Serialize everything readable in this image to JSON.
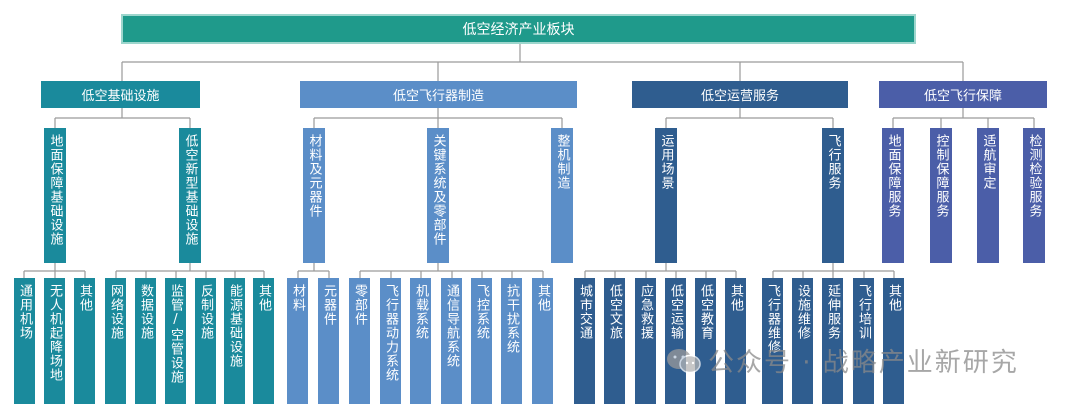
{
  "root": "低空经济产业板块",
  "categories": [
    {
      "label": "低空基础设施",
      "subs": [
        {
          "label": "地面保障基础设施",
          "items": [
            "通用机场",
            "无人机起降场地",
            "其他"
          ]
        },
        {
          "label": "低空新型基础设施",
          "items": [
            "网络设施",
            "数据设施",
            "监管/空管设施",
            "反制设施",
            "能源基础设施",
            "其他"
          ]
        }
      ]
    },
    {
      "label": "低空飞行器制造",
      "subs": [
        {
          "label": "材料及元器件",
          "items": [
            "材料",
            "元器件"
          ]
        },
        {
          "label": "关键系统及零部件",
          "items": [
            "零部件",
            "飞行器动力系统",
            "机载系统",
            "通信导航系统",
            "飞控系统",
            "抗干扰系统",
            "其他"
          ]
        },
        {
          "label": "整机制造",
          "items": []
        }
      ]
    },
    {
      "label": "低空运营服务",
      "subs": [
        {
          "label": "运用场景",
          "items": [
            "城市交通",
            "低空文旅",
            "应急救援",
            "低空运输",
            "低空教育",
            "其他"
          ]
        },
        {
          "label": "飞行服务",
          "items": [
            "飞行器维修",
            "设施维修",
            "延伸服务",
            "飞行培训",
            "其他"
          ]
        }
      ]
    },
    {
      "label": "低空飞行保障",
      "subs": [
        {
          "label": "地面保障服务",
          "items": []
        },
        {
          "label": "控制保障服务",
          "items": []
        },
        {
          "label": "适航审定",
          "items": []
        },
        {
          "label": "检测检验服务",
          "items": []
        }
      ]
    }
  ],
  "watermark": "公众号 · 战略产业新研究"
}
